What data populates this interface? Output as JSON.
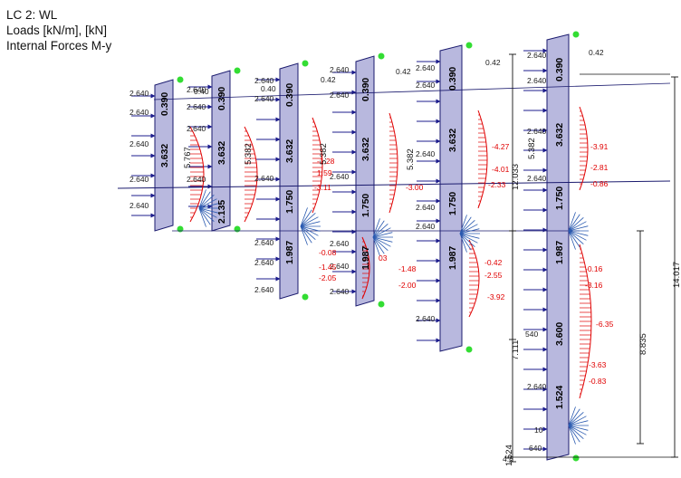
{
  "legend": {
    "line1": "LC 2: WL",
    "line2": "Loads [kN/m], [kN]",
    "line3": "Internal Forces M-y"
  },
  "colors": {
    "member_fill": "#b8b8de",
    "member_stroke": "#1a1a6e",
    "load_arrow": "#1c1c8c",
    "moment": "#e00000",
    "support": "#2a5ab0",
    "node": "#33dd33",
    "dimension": "#111111"
  },
  "diagram": {
    "load_labels": [
      {
        "id": "L1",
        "text": "2.640"
      },
      {
        "id": "L2",
        "text": "2.640"
      },
      {
        "id": "L3",
        "text": "2.640"
      },
      {
        "id": "L4",
        "text": "2.640"
      },
      {
        "id": "L5",
        "text": "2.640"
      },
      {
        "id": "L6",
        "text": "2.640"
      },
      {
        "id": "L7",
        "text": "2.640"
      },
      {
        "id": "L8",
        "text": "2.640"
      },
      {
        "id": "L9",
        "text": "2.640"
      },
      {
        "id": "L10",
        "text": "2.640"
      },
      {
        "id": "L11",
        "text": "2.640"
      },
      {
        "id": "L12",
        "text": "2.640"
      },
      {
        "id": "L13",
        "text": "2.640"
      },
      {
        "id": "L14",
        "text": "2.640"
      },
      {
        "id": "L15",
        "text": "2.640"
      },
      {
        "id": "L16",
        "text": "2.640"
      },
      {
        "id": "L17",
        "text": "2.640"
      },
      {
        "id": "L18",
        "text": "2.640"
      },
      {
        "id": "L19",
        "text": "2.640"
      },
      {
        "id": "L20",
        "text": "2.640"
      },
      {
        "id": "L21",
        "text": "2.640"
      },
      {
        "id": "L22",
        "text": "2.640"
      },
      {
        "id": "L23",
        "text": "2.640"
      },
      {
        "id": "L24",
        "text": "2.640"
      },
      {
        "id": "L25",
        "text": "2.640"
      },
      {
        "id": "L26",
        "text": "2.640"
      },
      {
        "id": "L27",
        "text": "2.640"
      },
      {
        "id": "L28",
        "text": "2.640"
      },
      {
        "id": "L29",
        "text": "2.640"
      },
      {
        "id": "L30",
        "text": "2.640"
      },
      {
        "id": "L31",
        "text": "2.640"
      },
      {
        "id": "L32",
        "text": "0.40"
      },
      {
        "id": "L33",
        "text": "0.40"
      },
      {
        "id": "L34",
        "text": "0.42"
      },
      {
        "id": "L35",
        "text": "0.42"
      },
      {
        "id": "L36",
        "text": "0.42"
      },
      {
        "id": "L37",
        "text": "0.42"
      },
      {
        "id": "L38",
        "text": "2.640"
      },
      {
        "id": "L39",
        "text": "10"
      },
      {
        "id": "L40",
        "text": "540"
      },
      {
        "id": "L41",
        "text": "640"
      },
      {
        "id": "L42",
        "text": "4.6"
      }
    ],
    "member_labels": [
      {
        "id": "M1",
        "text": "0.390"
      },
      {
        "id": "M2",
        "text": "3.632"
      },
      {
        "id": "M3",
        "text": "0.390"
      },
      {
        "id": "M4",
        "text": "3.632"
      },
      {
        "id": "M5",
        "text": "2.135"
      },
      {
        "id": "M6",
        "text": "0.390"
      },
      {
        "id": "M7",
        "text": "3.632"
      },
      {
        "id": "M8",
        "text": "1.750"
      },
      {
        "id": "M9",
        "text": "1.987"
      },
      {
        "id": "M10",
        "text": "0.390"
      },
      {
        "id": "M11",
        "text": "3.632"
      },
      {
        "id": "M12",
        "text": "1.750"
      },
      {
        "id": "M13",
        "text": "1.987"
      },
      {
        "id": "M14",
        "text": "0.390"
      },
      {
        "id": "M15",
        "text": "3.632"
      },
      {
        "id": "M16",
        "text": "1.750"
      },
      {
        "id": "M17",
        "text": "1.987"
      },
      {
        "id": "M18",
        "text": "0.390"
      },
      {
        "id": "M19",
        "text": "3.632"
      },
      {
        "id": "M20",
        "text": "1.750"
      },
      {
        "id": "M21",
        "text": "1.987"
      },
      {
        "id": "M22",
        "text": "3.600"
      },
      {
        "id": "M23",
        "text": "1.524"
      }
    ],
    "moment_labels": [
      {
        "id": "R1",
        "text": "-4.27"
      },
      {
        "id": "R2",
        "text": "-4.01"
      },
      {
        "id": "R3",
        "text": "-2.33"
      },
      {
        "id": "R4",
        "text": "-3.91"
      },
      {
        "id": "R5",
        "text": "-2.81"
      },
      {
        "id": "R6",
        "text": "-0.86"
      },
      {
        "id": "R7",
        "text": "-1.28"
      },
      {
        "id": "R8",
        "text": "1.59"
      },
      {
        "id": "R9",
        "text": "-3.11"
      },
      {
        "id": "R10",
        "text": "-3.00"
      },
      {
        "id": "R11",
        "text": "-0.08"
      },
      {
        "id": "R12",
        "text": "-1.45"
      },
      {
        "id": "R13",
        "text": "-2.05"
      },
      {
        "id": "R14",
        "text": "-1.48"
      },
      {
        "id": "R15",
        "text": "-2.00"
      },
      {
        "id": "R16",
        "text": "-0.42"
      },
      {
        "id": "R17",
        "text": "-2.55"
      },
      {
        "id": "R18",
        "text": "-3.92"
      },
      {
        "id": "R19",
        "text": "-0.16"
      },
      {
        "id": "R20",
        "text": "-3.16"
      },
      {
        "id": "R21",
        "text": "-6.35"
      },
      {
        "id": "R22",
        "text": "-3.63"
      },
      {
        "id": "R23",
        "text": "-0.83"
      },
      {
        "id": "R24",
        "text": "03"
      }
    ],
    "dimension_labels": [
      {
        "id": "D1",
        "text": "5.767"
      },
      {
        "id": "D2",
        "text": "5.382"
      },
      {
        "id": "D3",
        "text": "5.382"
      },
      {
        "id": "D4",
        "text": "5.382"
      },
      {
        "id": "D5",
        "text": "5.382"
      },
      {
        "id": "D6",
        "text": "12.033"
      },
      {
        "id": "D7",
        "text": "7.111"
      },
      {
        "id": "D8",
        "text": "8.835"
      },
      {
        "id": "D9",
        "text": "14.017"
      },
      {
        "id": "D10",
        "text": "1.524"
      }
    ]
  }
}
